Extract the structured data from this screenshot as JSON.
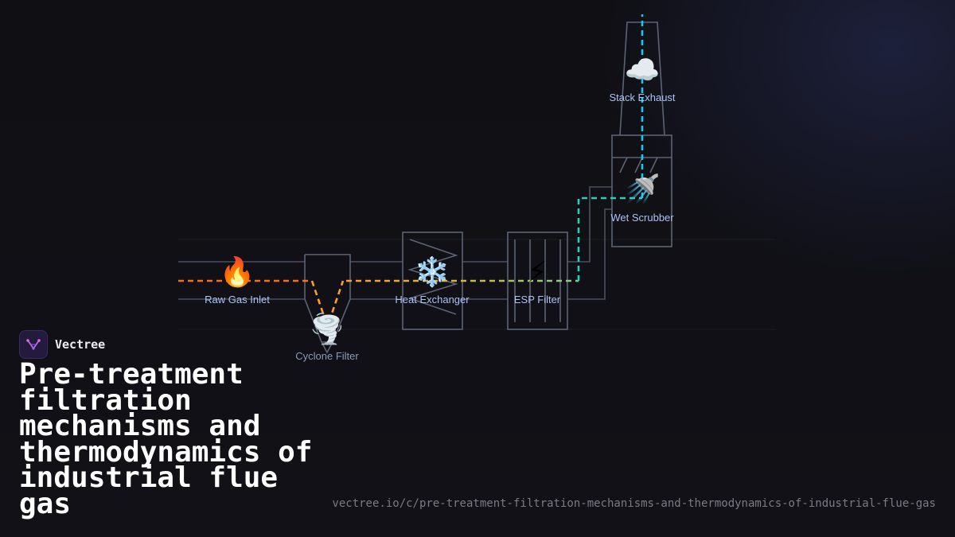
{
  "brand": {
    "name": "Vectree"
  },
  "title": "Pre-treatment filtration mechanisms and thermodynamics of industrial flue gas",
  "url": "vectree.io/c/pre-treatment-filtration-mechanisms-and-thermodynamics-of-industrial-flue-gas",
  "diagram": {
    "nodes": {
      "raw_gas_inlet": {
        "label": "Raw Gas Inlet",
        "icon": "fire-icon",
        "glyph": "🔥"
      },
      "cyclone_filter": {
        "label": "Cyclone Filter",
        "icon": "tornado-icon",
        "glyph": "🌪️"
      },
      "heat_exchanger": {
        "label": "Heat Exchanger",
        "icon": "snowflake-icon",
        "glyph": "❄️"
      },
      "esp_filter": {
        "label": "ESP Filter",
        "icon": "lightning-icon",
        "glyph": "⚡"
      },
      "wet_scrubber": {
        "label": "Wet Scrubber",
        "icon": "shower-icon",
        "glyph": "🚿"
      },
      "stack_exhaust": {
        "label": "Stack Exhaust",
        "icon": "cloud-icon",
        "glyph": "☁️"
      }
    }
  },
  "colors": {
    "background": "#0e0e13",
    "duct_outline": "#4b5060",
    "equipment_outline": "#5c6373",
    "flow_hot": "#ff6a1f",
    "flow_warm": "#ff9e2c",
    "flow_cool": "#9ccc65",
    "flow_cleaned": "#26d0b8",
    "flow_exhaust": "#18c8ee",
    "label_text": "#aac4f5"
  }
}
